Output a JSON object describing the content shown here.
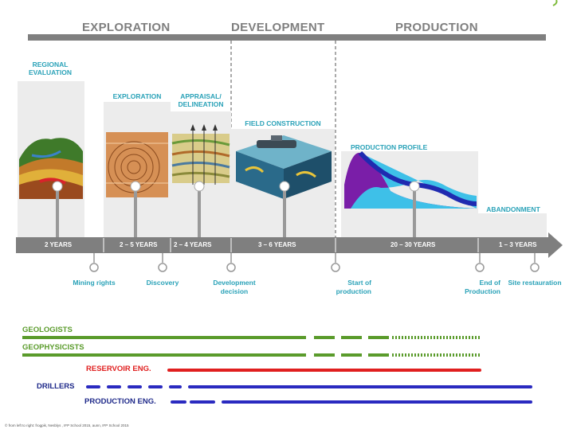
{
  "phases": {
    "exploration": "EXPLORATION",
    "development": "DEVELOPMENT",
    "production": "PRODUCTION"
  },
  "stages": {
    "regional": "REGIONAL EVALUATION",
    "exploration": "EXPLORATION",
    "appraisal": "APPRAISAL/ DELINEATION",
    "field_construction": "FIELD CONSTRUCTION",
    "production_profile": "PRODUCTION  PROFILE",
    "abandonment": "ABANDONMENT"
  },
  "durations": [
    "2 YEARS",
    "2 – 5 YEARS",
    "2 – 4 YEARS",
    "3 – 6 YEARS",
    "20 – 30 YEARS",
    "1 – 3 YEARS"
  ],
  "milestones": {
    "mining_rights": "Mining rights",
    "discovery": "Discovery",
    "development_decision": "Development decision",
    "start_of_production": "Start of production",
    "end_of_production": "End of Production",
    "site_restauration": "Site restauration"
  },
  "roles": {
    "geologists": "GEOLOGISTS",
    "geophysicists": "GEOPHYSICISTS",
    "reservoir": "RESERVOIR  ENG.",
    "drillers": "DRILLERS",
    "production_eng": "PRODUCTION  ENG."
  },
  "colors": {
    "green": "#5a9b2b",
    "red": "#e01f1f",
    "blue": "#2a2ac0",
    "teal": "#2aa2b8",
    "grey_bar": "#7f7f7f"
  },
  "credit": "© from left to right: frogpik, Nesblys , IFP School 2015, aunn, IFP School 2015"
}
